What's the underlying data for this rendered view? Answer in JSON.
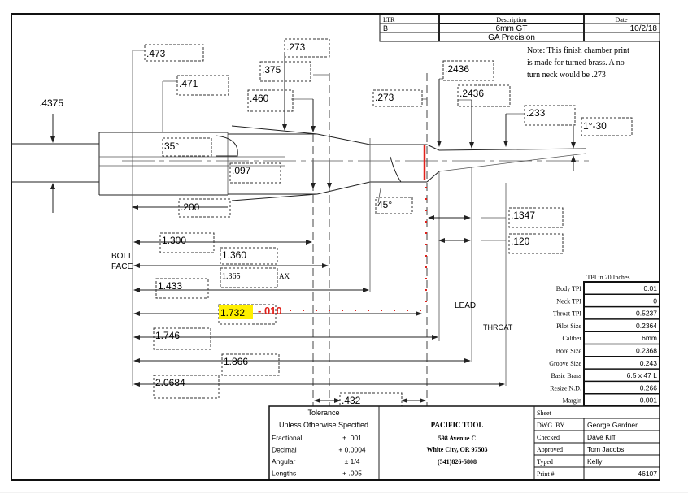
{
  "revision_table": {
    "headers": [
      "LTR",
      "Description",
      "Date"
    ],
    "rows": [
      [
        "B",
        "6mm GT",
        "10/2/18"
      ],
      [
        "",
        "GA Precision",
        ""
      ]
    ]
  },
  "note": [
    "Note: This finish chamber print",
    "is made for turned brass. A no-",
    "turn neck would be .273"
  ],
  "dimensions": {
    "d473": ".473",
    "d471": ".471",
    "d4375": ".4375",
    "d273a": ".273",
    "d375": ".375",
    "d460": ".460",
    "d273b": ".273",
    "d2436a": ".2436",
    "d2436b": ".2436",
    "d233": ".233",
    "d130": "1°-30",
    "d35": "35°",
    "d097": ".097",
    "d200": ".200",
    "d45": "45°",
    "d1347": ".1347",
    "d120": ".120",
    "d1300": "1.300",
    "d1360": "1.360",
    "d1365": "1.365",
    "ax": "AX",
    "d1433": "1.433",
    "d1732": "1.732",
    "d1746": "1.746",
    "d1866": "1.866",
    "d20684": "2.0684",
    "d432": ".432",
    "red_ann": "-.010"
  },
  "labels": {
    "bolt": "BOLT",
    "face": "FACE",
    "lead": "LEAD",
    "throat": "THROAT"
  },
  "tpi": {
    "title": "TPI in 20 Inches",
    "rows": [
      {
        "label": "Body TPI",
        "value": "0.01"
      },
      {
        "label": "Neck TPI",
        "value": "0"
      },
      {
        "label": "Throat TPI",
        "value": "0.5237"
      },
      {
        "label": "Pilot Size",
        "value": "0.2364"
      },
      {
        "label": "Caliber",
        "value": "6mm"
      },
      {
        "label": "Bore Size",
        "value": "0.2368"
      },
      {
        "label": "Groove Size",
        "value": "0.243"
      },
      {
        "label": "Basic Brass",
        "value": "6.5 x 47 L"
      },
      {
        "label": "Resize N.D.",
        "value": "0.266"
      },
      {
        "label": "Margin",
        "value": "0.001"
      }
    ]
  },
  "tolerance": {
    "title": "Tolerance",
    "subtitle": "Unless Otherwise Specified",
    "rows": [
      {
        "label": "Fractional",
        "value": "± .001"
      },
      {
        "label": "Decimal",
        "value": "+ 0.0004"
      },
      {
        "label": "Angular",
        "value": "± 1/4"
      },
      {
        "label": "Lengths",
        "value": "+ .005"
      }
    ]
  },
  "company": {
    "name": "PACIFIC TOOL",
    "address": "598 Avenue C",
    "city": "White City, OR 97503",
    "phone": "(541)826-5808"
  },
  "sheet": {
    "rows": [
      {
        "label": "Sheet",
        "value": ""
      },
      {
        "label": "DWG. BY",
        "value": "George Gardner"
      },
      {
        "label": "Checked",
        "value": "Dave Kiff"
      },
      {
        "label": "Approved",
        "value": "Tom Jacobs"
      },
      {
        "label": "Typed",
        "value": "Kelly"
      },
      {
        "label": "Print #",
        "value": "46107"
      }
    ]
  },
  "colors": {
    "highlight": "#ffef00",
    "red": "#e0201a"
  }
}
